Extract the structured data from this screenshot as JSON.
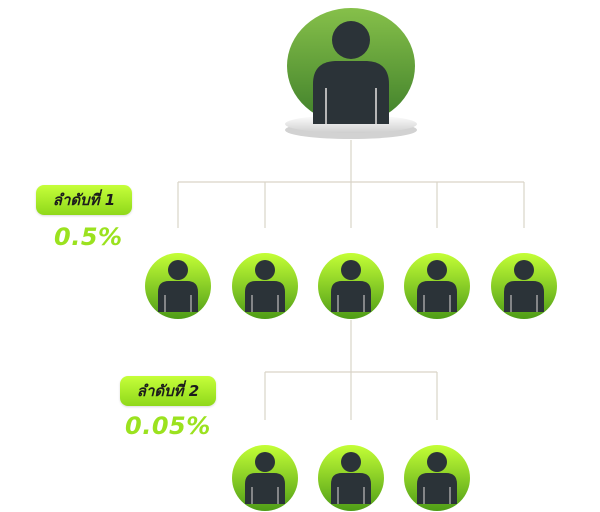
{
  "colors": {
    "root_green_light": "#86c04a",
    "root_green_dark": "#3f7f2a",
    "member_green_light": "#c4ff36",
    "member_green_dark": "#4e9c17",
    "person": "#2b3338",
    "connector": "#d9d4c8",
    "label_text": "#1c1c1c",
    "rate_text": "#9be21f"
  },
  "icons": {
    "root": "person-icon",
    "member": "person-icon"
  },
  "levels": [
    {
      "label": "ลำดับที่ 1",
      "rate": "0.5%",
      "member_count": 5
    },
    {
      "label": "ลำดับที่ 2",
      "rate": "0.05%",
      "member_count": 3
    }
  ]
}
